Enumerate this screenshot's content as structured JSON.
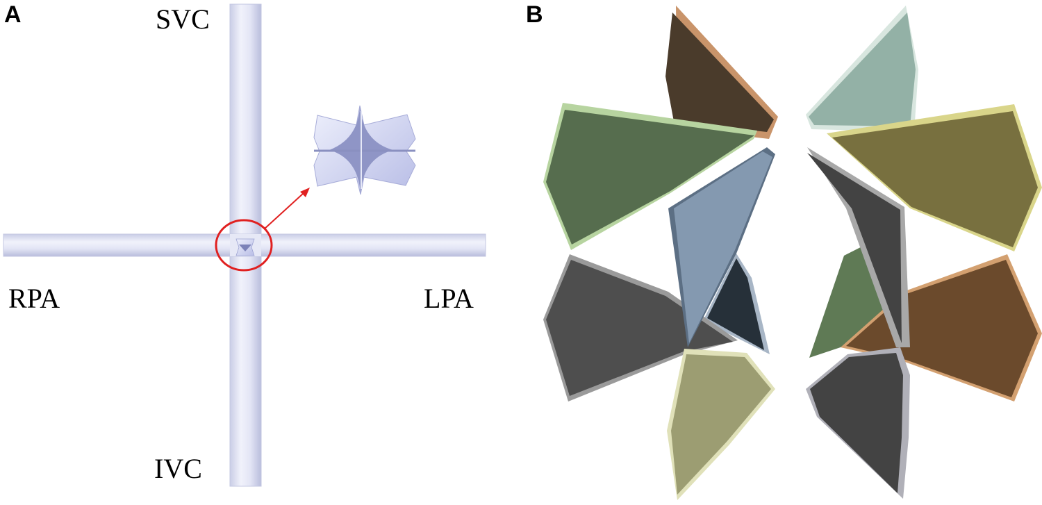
{
  "panels": {
    "a": {
      "letter": "A",
      "labels": {
        "svc": "SVC",
        "ivc": "IVC",
        "rpa": "RPA",
        "lpa": "LPA"
      }
    },
    "b": {
      "letter": "B"
    }
  },
  "colors": {
    "vessel": "#dcdff3",
    "highlight_circle": "#e02020",
    "arrow": "#e02020",
    "device": "#c9cdf0",
    "dark_brown": "#4a3b2b",
    "sage": "#93b1a6",
    "olive_green": "#566d4e",
    "olive_yellow": "#78703f",
    "steel_blue": "#8499b0",
    "charcoal": "#434343",
    "grey": "#4e4e4e",
    "khaki": "#9c9d72",
    "brown": "#6b4a2c",
    "leaf_green": "#5f7a55"
  }
}
